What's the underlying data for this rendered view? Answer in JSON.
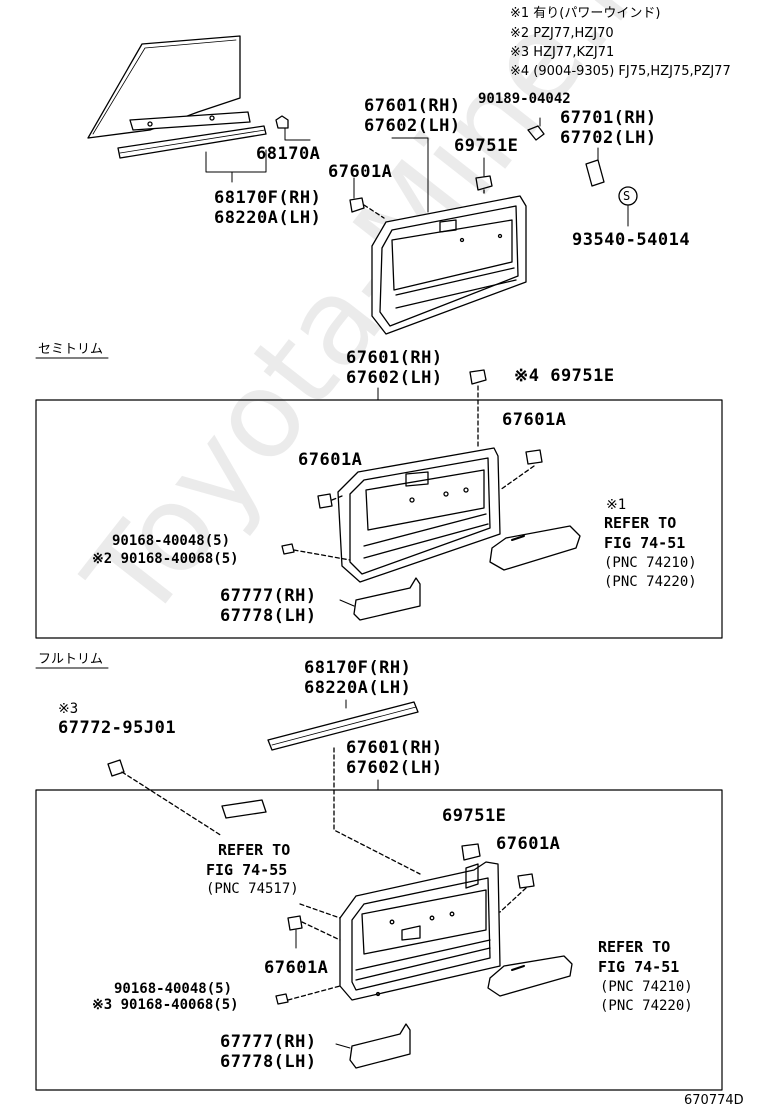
{
  "watermark": "Toyota-Mine.ru",
  "notes": [
    "※1 有り(パワーウインド)",
    "※2 PZJ77,HZJ70",
    "※3 HZJ77,KZJ71",
    "※4 (9004‐9305) FJ75,HZJ75,PZJ77"
  ],
  "top": {
    "p67601_67602": [
      "67601(RH)",
      "67602(LH)"
    ],
    "p90189": "90189-04042",
    "p67701_67702": [
      "67701(RH)",
      "67702(LH)"
    ],
    "p69751E": "69751E",
    "p68170A": "68170A",
    "p67601A": "67601A",
    "p68170F_68220A": [
      "68170F(RH)",
      "68220A(LH)"
    ],
    "p93540": "93540-54014",
    "s_mark": "S"
  },
  "semi": {
    "section_title": "セミトリム",
    "p67601_67602": [
      "67601(RH)",
      "67602(LH)"
    ],
    "p69751E": "※4 69751E",
    "p67601A_right": "67601A",
    "p67601A_left": "67601A",
    "bolts": [
      "90168-40048(5)",
      "※2 90168-40068(5)"
    ],
    "p67777_67778": [
      "67777(RH)",
      "67778(LH)"
    ],
    "ref": [
      "※1",
      "REFER TO",
      "FIG 74-51",
      "(PNC 74210)",
      "(PNC 74220)"
    ]
  },
  "full": {
    "section_title": "フルトリム",
    "p68170F_68220A": [
      "68170F(RH)",
      "68220A(LH)"
    ],
    "p67772": [
      "※3",
      "67772-95J01"
    ],
    "p67601_67602": [
      "67601(RH)",
      "67602(LH)"
    ],
    "p69751E": "69751E",
    "p67601A_right": "67601A",
    "p67601A_left": "67601A",
    "ref_left": [
      "REFER TO",
      "FIG 74-55",
      "(PNC 74517)"
    ],
    "ref_right": [
      "REFER TO",
      "FIG 74-51",
      "(PNC 74210)",
      "(PNC 74220)"
    ],
    "bolts": [
      "90168-40048(5)",
      "※3 90168-40068(5)"
    ],
    "p67777_67778": [
      "67777(RH)",
      "67778(LH)"
    ]
  },
  "figure_code": "670774D"
}
